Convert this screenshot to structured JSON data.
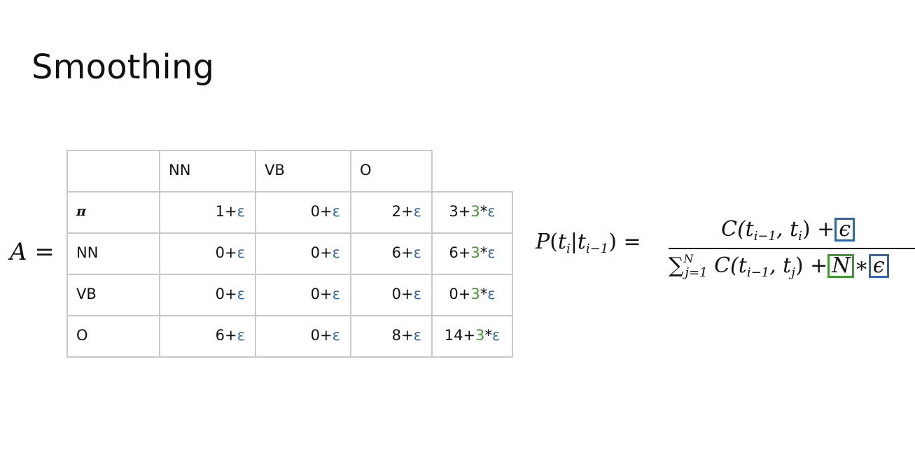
{
  "slide": {
    "title": "Smoothing",
    "matrix_name": "A",
    "equals": "="
  },
  "table": {
    "headers": [
      "NN",
      "VB",
      "O"
    ],
    "rows": [
      {
        "label": "π",
        "cells": [
          [
            "1+",
            "ε"
          ],
          [
            "0+",
            "ε"
          ],
          [
            "2+",
            "ε"
          ]
        ],
        "total": [
          "3+",
          "3",
          "*",
          "ε"
        ]
      },
      {
        "label": "NN",
        "cells": [
          [
            "0+",
            "ε"
          ],
          [
            "0+",
            "ε"
          ],
          [
            "6+",
            "ε"
          ]
        ],
        "total": [
          "6+",
          "3",
          "*",
          "ε"
        ]
      },
      {
        "label": "VB",
        "cells": [
          [
            "0+",
            "ε"
          ],
          [
            "0+",
            "ε"
          ],
          [
            "0+",
            "ε"
          ]
        ],
        "total": [
          "0+",
          "3",
          "*",
          "ε"
        ]
      },
      {
        "label": "O",
        "cells": [
          [
            "6+",
            "ε"
          ],
          [
            "0+",
            "ε"
          ],
          [
            "8+",
            "ε"
          ]
        ],
        "total": [
          "14+",
          "3",
          "*",
          "ε"
        ]
      }
    ]
  },
  "formula": {
    "lhs_P": "P",
    "lhs_open": "(",
    "lhs_t1": "t",
    "lhs_i": "i",
    "lhs_bar": "|",
    "lhs_t2": "t",
    "lhs_im1": "i−1",
    "lhs_close": ")",
    "lhs_eq": "=",
    "num_text": "C(t",
    "num_sub1": "i−1",
    "num_mid": ", t",
    "num_sub2": "i",
    "num_close": ") +",
    "epsilon": "ϵ",
    "den_sum": "∑",
    "den_sup": "N",
    "den_sub": "j=1",
    "den_text": "C(t",
    "den_sub1": "i−1",
    "den_mid": ", t",
    "den_sub2": "j",
    "den_close": ") +",
    "N": "N",
    "star": "∗"
  },
  "colors": {
    "epsilon_blue": "#2f67a9",
    "count_green": "#3e9a2f",
    "grid": "#c9c9c9"
  }
}
